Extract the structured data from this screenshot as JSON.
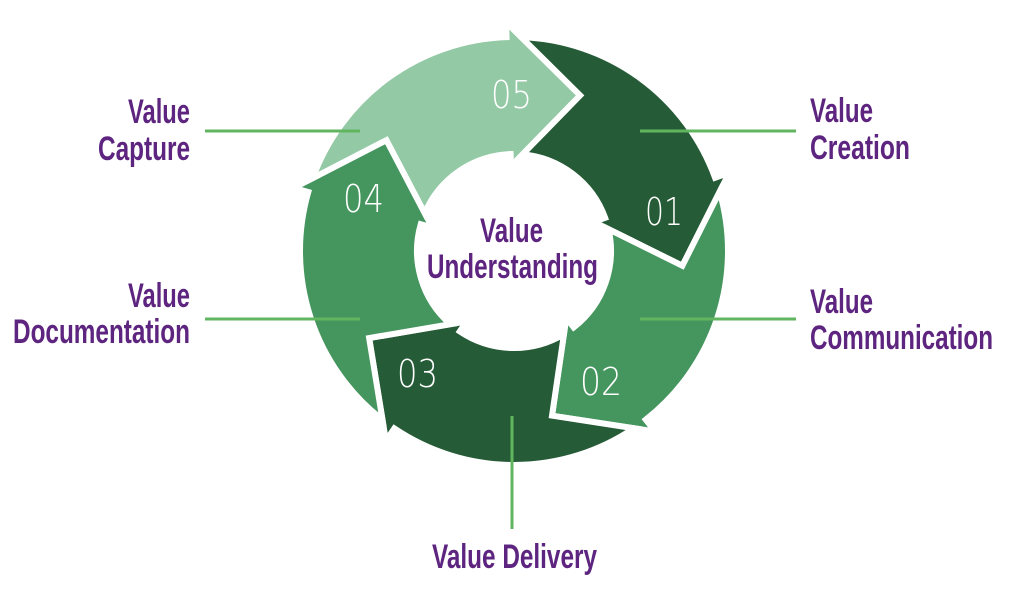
{
  "diagram": {
    "center": {
      "lines": [
        "Value",
        "Understanding"
      ]
    },
    "steps": [
      {
        "number": "01",
        "label_lines": [
          "Value",
          "Creation"
        ],
        "color": "#255b36"
      },
      {
        "number": "02",
        "label_lines": [
          "Value",
          "Communication"
        ],
        "color": "#45955e"
      },
      {
        "number": "03",
        "label_lines": [
          "Value Delivery"
        ],
        "color": "#255b36"
      },
      {
        "number": "04",
        "label_lines": [
          "Value",
          "Documentation"
        ],
        "color": "#45955e"
      },
      {
        "number": "05",
        "label_lines": [
          "Value",
          "Capture"
        ],
        "color": "#93c9a5"
      }
    ],
    "colors": {
      "label_text": "#5e2580",
      "connector": "#62b55f",
      "number_text": "#ffffff"
    }
  }
}
